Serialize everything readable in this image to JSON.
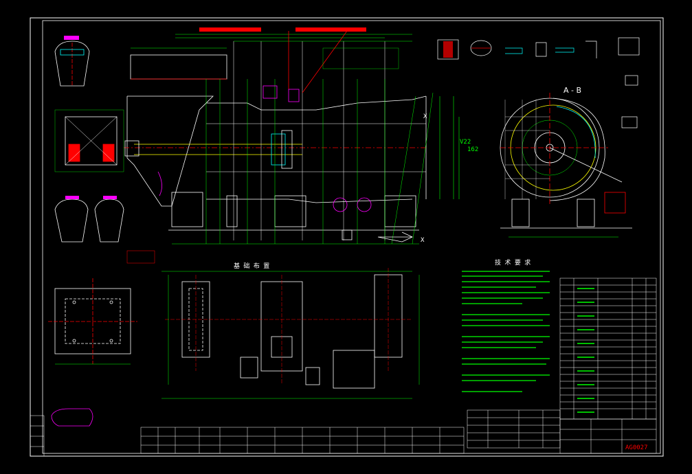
{
  "drawing": {
    "background": "#000000",
    "colors": {
      "frame": "#ffffff",
      "outline": "#ffffff",
      "dimension": "#00ff00",
      "hidden": "#ffff00",
      "center": "#ff0000",
      "annotation": "#ff00ff",
      "section": "#00ffff",
      "solid_fill": "#ff0000"
    }
  },
  "labels": {
    "section_view": "A - B",
    "x_mark": "X",
    "notes_title": "技 术 要 求",
    "foundation_title": "基 础 布 置",
    "dim_v2": "V22",
    "dim_162": "162",
    "title_block": {
      "drawing_no": "AG0027"
    }
  }
}
